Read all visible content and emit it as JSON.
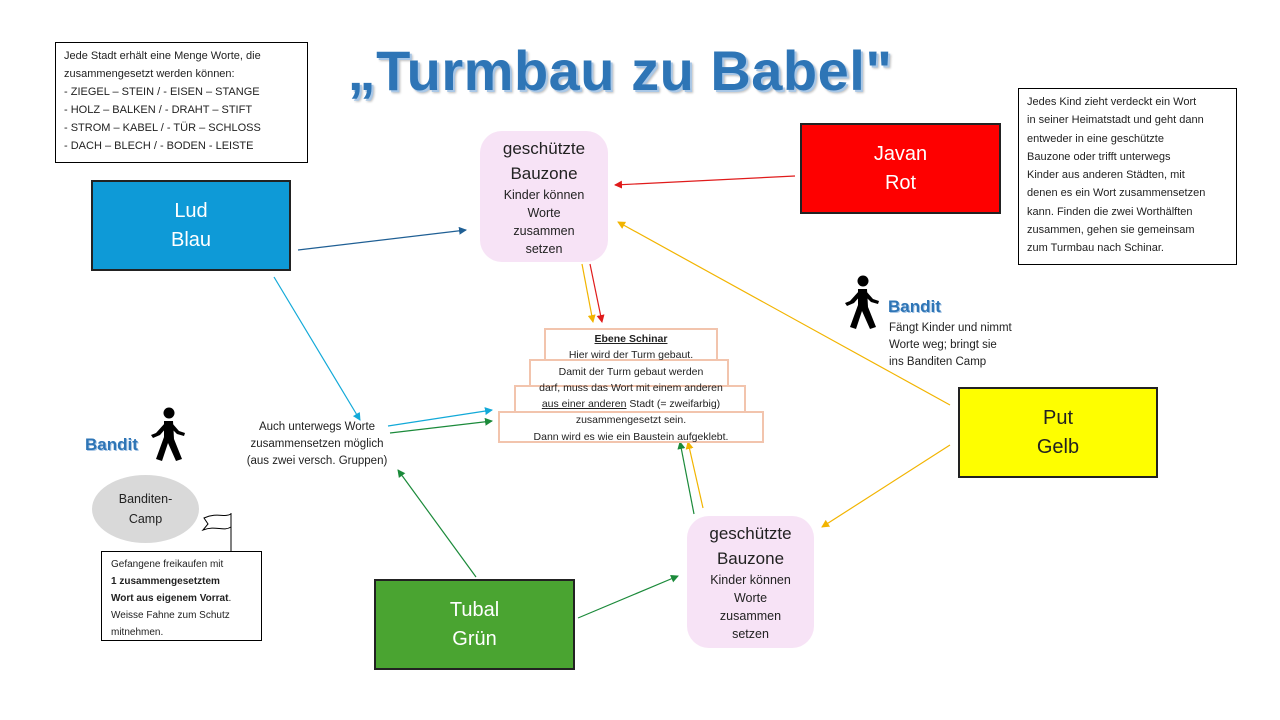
{
  "title": "„Turmbau zu Babel\"",
  "info_left": {
    "lines": [
      "Jede Stadt erhält eine Menge Worte, die",
      "zusammengesetzt werden können:",
      "- ZIEGEL – STEIN / - EISEN – STANGE",
      "- HOLZ – BALKEN  / - DRAHT – STIFT",
      "- STROM – KABEL / - TÜR – SCHLOSS",
      "- DACH – BLECH / - BODEN - LEISTE"
    ]
  },
  "info_right": {
    "lines": [
      "Jedes Kind zieht verdeckt ein Wort",
      "in seiner Heimatstadt und geht dann",
      "entweder in eine geschützte",
      "Bauzone oder trifft unterwegs",
      "Kinder aus anderen Städten, mit",
      "denen es ein Wort zusammensetzen",
      "kann. Finden die zwei Worthälften",
      "zusammen, gehen sie gemeinsam",
      "zum Turmbau nach Schinar."
    ]
  },
  "cities": {
    "lud": {
      "name": "Lud",
      "color_label": "Blau",
      "color": "#0e9ad7"
    },
    "javan": {
      "name": "Javan",
      "color_label": "Rot",
      "color": "#fe0000"
    },
    "put": {
      "name": "Put",
      "color_label": "Gelb",
      "color": "#fefe00"
    },
    "tubal": {
      "name": "Tubal",
      "color_label": "Grün",
      "color": "#4aa431"
    }
  },
  "zones": {
    "top": {
      "title1": "geschützte",
      "title2": "Bauzone",
      "sub": [
        "Kinder können",
        "Worte",
        "zusammen",
        "setzen"
      ]
    },
    "bottom": {
      "title1": "geschützte",
      "title2": "Bauzone",
      "sub": [
        "Kinder können",
        "Worte",
        "zusammen",
        "setzen"
      ]
    }
  },
  "tower": {
    "heading": "Ebene Schinar",
    "line1": "Hier wird der Turm gebaut.",
    "line2": "Damit der Turm gebaut werden",
    "line3": "darf, muss das Wort mit einem anderen",
    "line4_underlined": "aus einer anderen",
    "line4_rest": " Stadt  (= zweifarbig)",
    "line5": "zusammengesetzt sein.",
    "line6": "Dann wird es wie ein Baustein aufgeklebt."
  },
  "en_route": {
    "lines": [
      "Auch unterwegs Worte",
      "zusammensetzen möglich",
      "(aus zwei versch. Gruppen)"
    ]
  },
  "bandit_right": {
    "label": "Bandit",
    "lines": [
      "Fängt Kinder und nimmt",
      "Worte weg; bringt sie",
      "ins Banditen Camp"
    ]
  },
  "bandit_left": {
    "label": "Bandit"
  },
  "camp": {
    "line1": "Banditen-",
    "line2": "Camp"
  },
  "camp_note": {
    "line1": "Gefangene freikaufen mit",
    "line2_bold": "1 zusammengesetztem",
    "line3_bold": "Wort aus eigenem Vorrat",
    "line3_rest": ".",
    "line4": "Weisse Fahne zum Schutz",
    "line5": "mitnehmen."
  },
  "colors": {
    "title": "#2e75b6",
    "zone_fill": "#f7e3f6",
    "tower_border": "#f2c4ad",
    "arrow_blue": "#1f5f94",
    "arrow_cyan": "#12a9d8",
    "arrow_red": "#e01b1b",
    "arrow_yellow": "#f2b400",
    "arrow_green": "#1b8a3a",
    "camp_fill": "#d9d9d9"
  },
  "icons": [
    "walking-person-icon",
    "white-flag-icon"
  ]
}
